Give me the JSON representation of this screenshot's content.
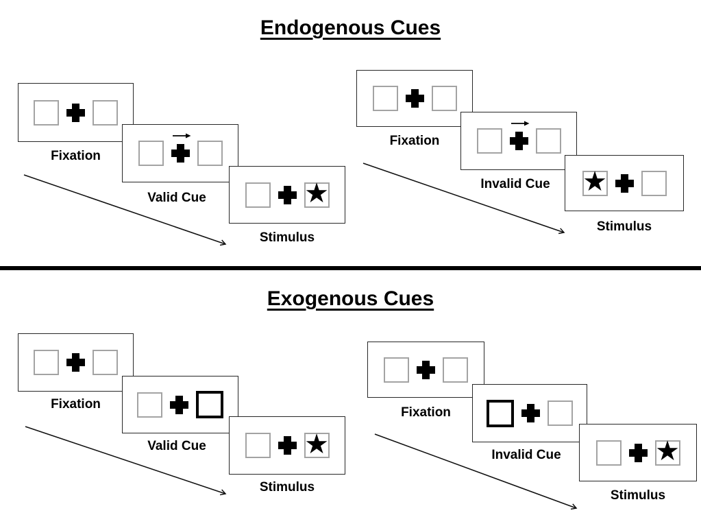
{
  "sections": [
    {
      "title": "Endogenous Cues",
      "panels": [
        {
          "name": "endogenous-valid",
          "cards": [
            {
              "label": "Fixation",
              "left_box": "empty",
              "right_box": "empty",
              "cue": "none"
            },
            {
              "label": "Valid Cue",
              "left_box": "empty",
              "right_box": "empty",
              "cue": "central-arrow-pointing-right"
            },
            {
              "label": "Stimulus",
              "left_box": "empty",
              "right_box": "star",
              "cue": "none"
            }
          ]
        },
        {
          "name": "endogenous-invalid",
          "cards": [
            {
              "label": "Fixation",
              "left_box": "empty",
              "right_box": "empty",
              "cue": "none"
            },
            {
              "label": "Invalid Cue",
              "left_box": "empty",
              "right_box": "empty",
              "cue": "central-arrow-pointing-right"
            },
            {
              "label": "Stimulus",
              "left_box": "star",
              "right_box": "empty",
              "cue": "none"
            }
          ]
        }
      ]
    },
    {
      "title": "Exogenous Cues",
      "panels": [
        {
          "name": "exogenous-valid",
          "cards": [
            {
              "label": "Fixation",
              "left_box": "empty",
              "right_box": "empty",
              "cue": "none"
            },
            {
              "label": "Valid Cue",
              "left_box": "empty",
              "right_box": "thick-black-box",
              "cue": "peripheral-box-right"
            },
            {
              "label": "Stimulus",
              "left_box": "empty",
              "right_box": "star",
              "cue": "none"
            }
          ]
        },
        {
          "name": "exogenous-invalid",
          "cards": [
            {
              "label": "Fixation",
              "left_box": "empty",
              "right_box": "empty",
              "cue": "none"
            },
            {
              "label": "Invalid Cue",
              "left_box": "thick-black-box",
              "right_box": "empty",
              "cue": "peripheral-box-left"
            },
            {
              "label": "Stimulus",
              "left_box": "empty",
              "right_box": "star",
              "cue": "none"
            }
          ]
        }
      ]
    }
  ],
  "icons": {
    "star-icon": "★",
    "fixation-cross-icon": "bold-plus-cross",
    "cue-arrow-icon": "small-right-arrow",
    "timeline-arrow-icon": "diagonal-down-right-arrow"
  },
  "colors": {
    "background": "#ffffff",
    "ink": "#000000",
    "card_border": "#262626",
    "box_border": "#a3a3a3"
  }
}
